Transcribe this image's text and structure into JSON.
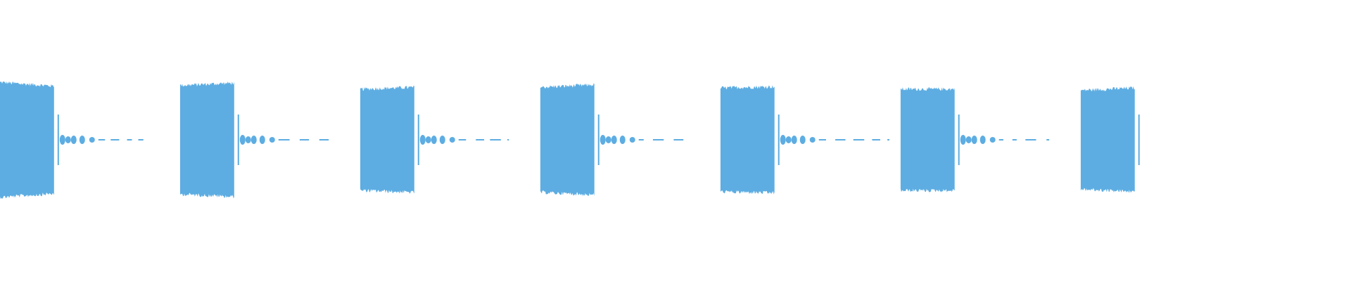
{
  "chart_data": {
    "type": "area",
    "title": "",
    "xlabel": "",
    "ylabel": "",
    "color": "#5dade2",
    "ylim": [
      -1,
      1
    ],
    "segments": [
      {
        "onset": 0.0,
        "burst_width": 0.04,
        "burst_amp": [
          0.93,
          0.87
        ],
        "tail": [
          0.045,
          0.11
        ]
      },
      {
        "onset": 0.16,
        "burst_width": 0.04,
        "burst_amp": [
          0.88,
          0.92
        ],
        "tail": [
          0.045,
          0.11
        ]
      },
      {
        "onset": 0.32,
        "burst_width": 0.04,
        "burst_amp": [
          0.82,
          0.85
        ],
        "tail": [
          0.045,
          0.11
        ]
      },
      {
        "onset": 0.48,
        "burst_width": 0.04,
        "burst_amp": [
          0.85,
          0.89
        ],
        "tail": [
          0.045,
          0.11
        ]
      },
      {
        "onset": 0.64,
        "burst_width": 0.04,
        "burst_amp": [
          0.84,
          0.86
        ],
        "tail": [
          0.045,
          0.125
        ]
      },
      {
        "onset": 0.8,
        "burst_width": 0.04,
        "burst_amp": [
          0.82,
          0.82
        ],
        "tail": [
          0.045,
          0.11
        ]
      },
      {
        "onset": 0.96,
        "burst_width": 0.04,
        "burst_amp": [
          0.8,
          0.84
        ],
        "tail": [
          0.04,
          0.04
        ]
      }
    ]
  }
}
